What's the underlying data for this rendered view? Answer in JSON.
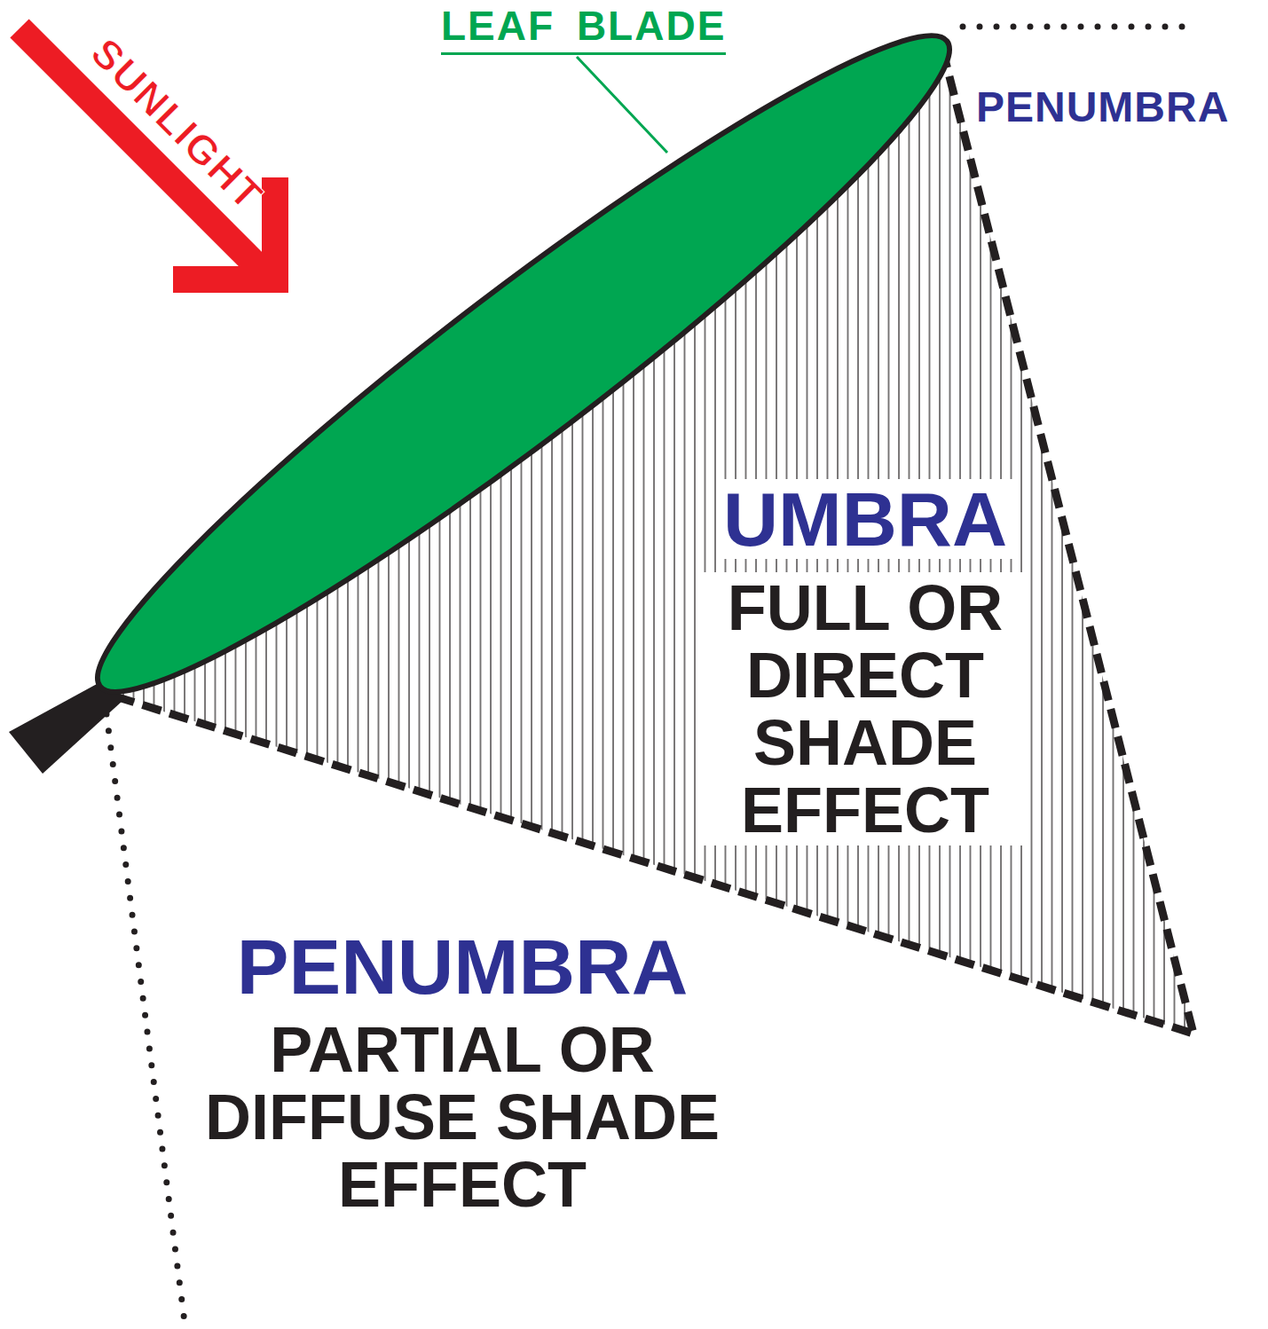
{
  "diagram": {
    "labels": [
      "SUNLIGHT",
      "LEAF BLADE",
      "PENUMBRA",
      "UMBRA",
      "FULL OR DIRECT SHADE EFFECT",
      "PENUMBRA",
      "PARTIAL OR DIFFUSE SHADE EFFECT"
    ]
  }
}
